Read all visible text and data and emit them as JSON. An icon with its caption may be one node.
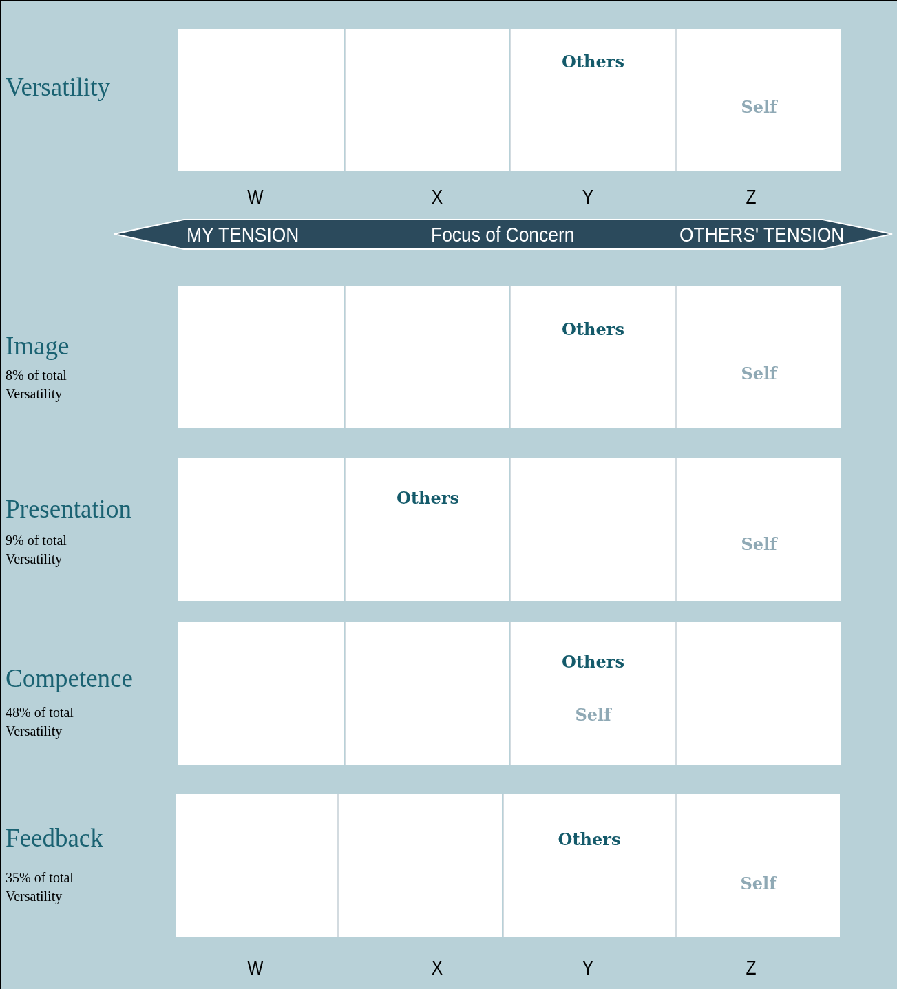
{
  "diagram": {
    "nodes": [
      {
        "text": [],
        "shape": "box"
      },
      {
        "text": [],
        "shape": "box"
      },
      {
        "text": [
          "Others"
        ]
      },
      {
        "text": [
          "Self"
        ]
      },
      {
        "text": [
          "MY TENSION",
          "Focus of Concern",
          "OTHERS' TENSION"
        ]
      },
      {
        "text": [],
        "shape": "box"
      },
      {
        "text": [],
        "shape": "box"
      },
      {
        "text": [
          "Others"
        ]
      },
      {
        "text": [
          "Self"
        ]
      },
      {
        "text": [],
        "shape": "box"
      },
      {
        "text": [
          "Others"
        ]
      },
      {
        "text": [],
        "shape": "box"
      },
      {
        "text": [
          "Self"
        ]
      },
      {
        "text": [],
        "shape": "box"
      },
      {
        "text": [],
        "shape": "box"
      },
      {
        "text": [
          "Others",
          "Self"
        ]
      },
      {
        "text": [],
        "shape": "box"
      },
      {
        "text": [],
        "shape": "box"
      },
      {
        "text": [],
        "shape": "box"
      },
      {
        "text": [
          "Others"
        ]
      },
      {
        "text": [
          "Self"
        ]
      }
    ],
    "edges": [],
    "labels": [
      "Versatility",
      "W",
      "X",
      "Y",
      "Z",
      "Image",
      "8% of total Versatility",
      "Presentation",
      "9% of total Versatility",
      "Competence",
      "48% of total Versatility",
      "Feedback",
      "35% of total Versatility",
      "W",
      "X",
      "Y",
      "Z"
    ]
  }
}
